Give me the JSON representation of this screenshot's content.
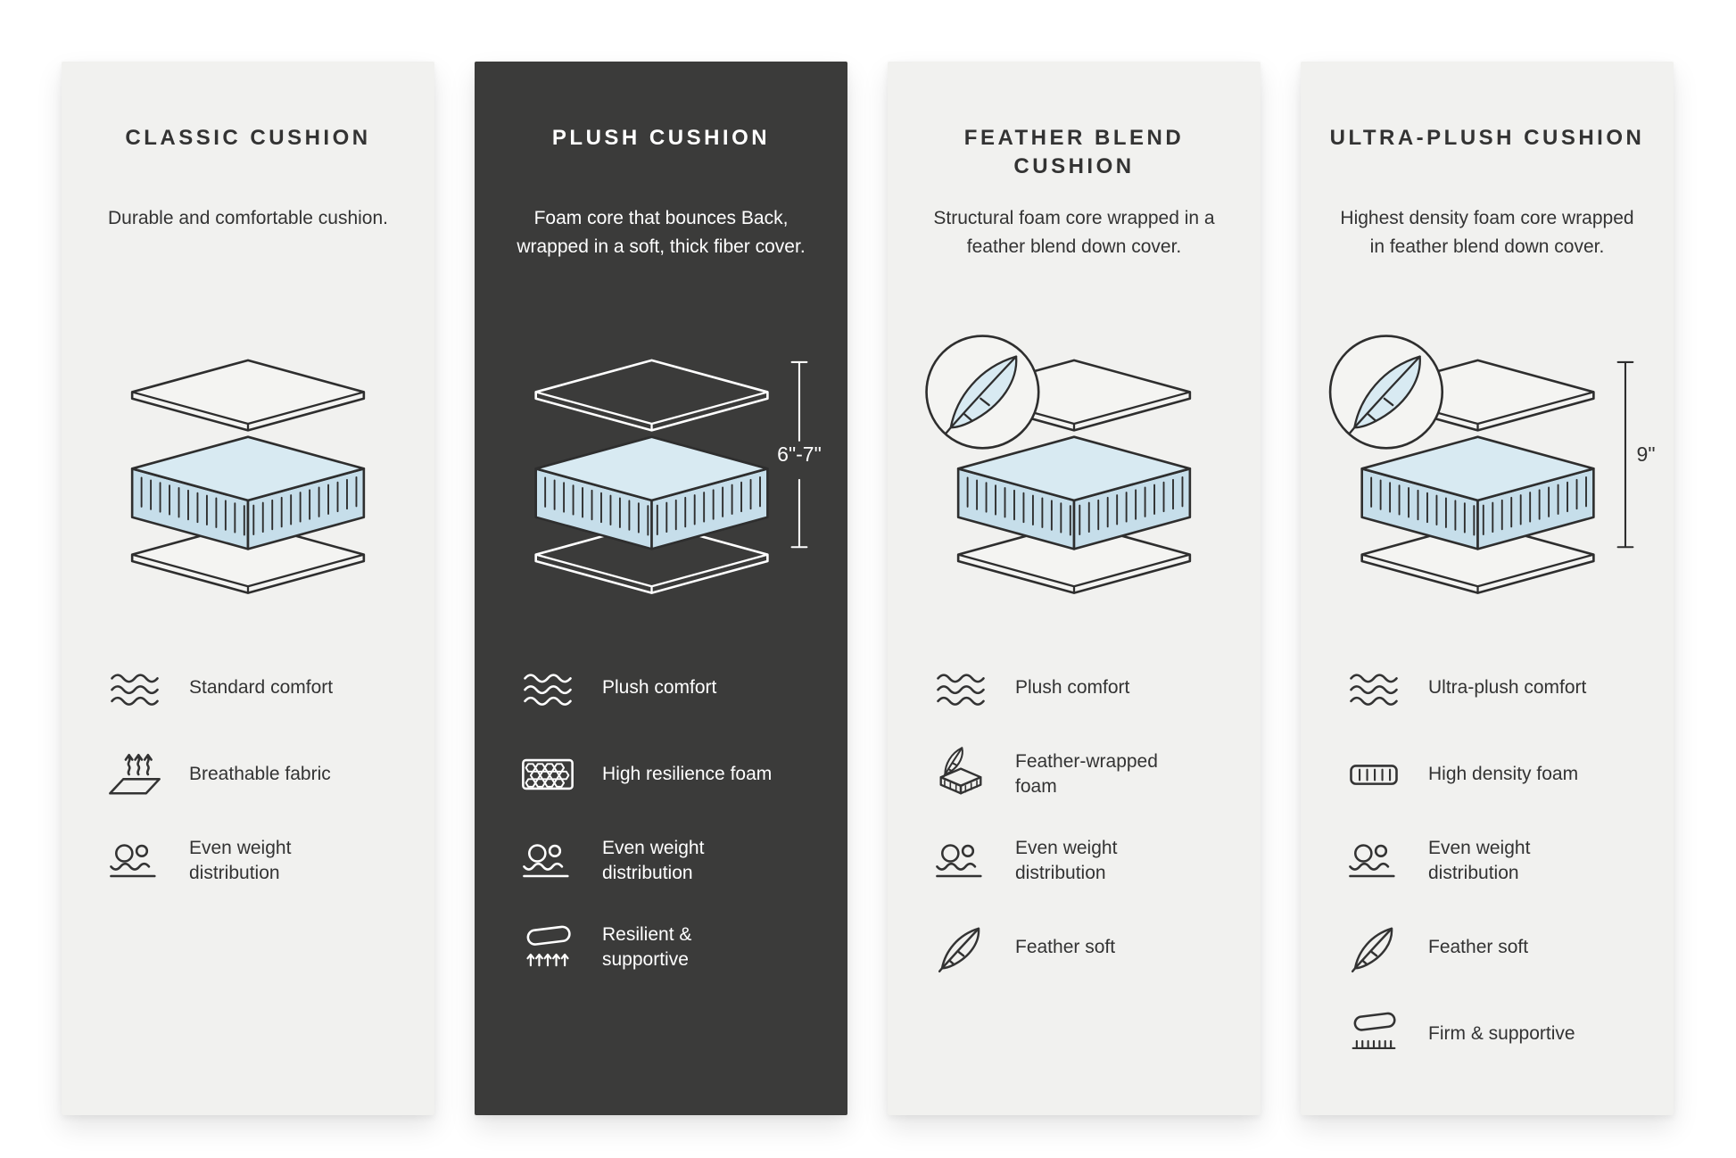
{
  "page": {
    "background": "#ffffff"
  },
  "colors": {
    "panel_light": "#f1f1ef",
    "panel_dark": "#3b3b3a",
    "foam_blue_top": "#d8eaf2",
    "foam_blue_side": "#c6deea",
    "outline_dark": "#2e2e2e",
    "text_dark": "#333333",
    "text_light": "#ffffff"
  },
  "panels": [
    {
      "id": "classic-cushion",
      "theme": "light",
      "title": "CLASSIC CUSHION",
      "description": "Durable and comfortable cushion.",
      "diagram": {
        "feather_badge": false,
        "dimension_label": ""
      },
      "features": [
        {
          "icon": "waves-icon",
          "label": "Standard comfort"
        },
        {
          "icon": "breathable-fabric-icon",
          "label": "Breathable fabric"
        },
        {
          "icon": "weight-distribution-icon",
          "label": "Even weight distribution"
        }
      ]
    },
    {
      "id": "plush-cushion",
      "theme": "dark",
      "title": "PLUSH CUSHION",
      "description": "Foam core that bounces Back, wrapped in a soft, thick fiber cover.",
      "diagram": {
        "feather_badge": false,
        "dimension_label": "6\"-7\""
      },
      "features": [
        {
          "icon": "waves-icon",
          "label": "Plush comfort"
        },
        {
          "icon": "honeycomb-foam-icon",
          "label": "High resilience foam"
        },
        {
          "icon": "weight-distribution-icon",
          "label": "Even weight distribution"
        },
        {
          "icon": "resilient-icon",
          "label": "Resilient & supportive"
        }
      ]
    },
    {
      "id": "feather-blend-cushion",
      "theme": "light",
      "title": "FEATHER BLEND CUSHION",
      "description": "Structural foam core wrapped in a feather blend down cover.",
      "diagram": {
        "feather_badge": true,
        "dimension_label": ""
      },
      "features": [
        {
          "icon": "waves-icon",
          "label": "Plush comfort"
        },
        {
          "icon": "feather-wrapped-foam-icon",
          "label": "Feather-wrapped foam"
        },
        {
          "icon": "weight-distribution-icon",
          "label": "Even weight distribution"
        },
        {
          "icon": "feather-icon",
          "label": "Feather soft"
        }
      ]
    },
    {
      "id": "ultra-plush-cushion",
      "theme": "light",
      "title": "ULTRA-PLUSH CUSHION",
      "description": "Highest density foam core wrapped in feather blend down cover.",
      "diagram": {
        "feather_badge": true,
        "dimension_label": "9\""
      },
      "features": [
        {
          "icon": "waves-icon",
          "label": "Ultra-plush comfort"
        },
        {
          "icon": "high-density-foam-icon",
          "label": "High density foam"
        },
        {
          "icon": "weight-distribution-icon",
          "label": "Even weight distribution"
        },
        {
          "icon": "feather-icon",
          "label": "Feather soft"
        },
        {
          "icon": "firm-supportive-icon",
          "label": "Firm & supportive"
        }
      ]
    }
  ]
}
